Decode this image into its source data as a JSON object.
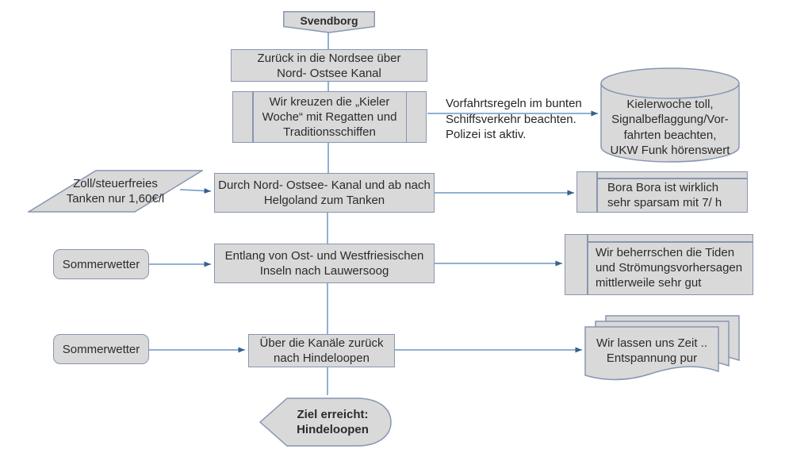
{
  "colors": {
    "shape_fill": "#d9d9d9",
    "shape_border": "#8796b2",
    "connector_line": "#6e96c4",
    "arrowhead": "#36618e",
    "text": "#2b2b2b"
  },
  "nodes": {
    "start": {
      "shape": "pennant",
      "label": "Svendborg"
    },
    "step_nordsee": {
      "shape": "rectangle",
      "label": "Zurück in die Nordsee über\nNord- Ostsee Kanal"
    },
    "step_kieler_woche": {
      "shape": "predefined-process",
      "label": "Wir kreuzen die „Kieler\nWoche“ mit Regatten und\nTraditionsschiffen"
    },
    "note_vorfahrt": {
      "shape": "text-annotation",
      "label": "Vorfahrtsregeln im bunten\nSchiffsverkehr beachten.\nPolizei ist aktiv."
    },
    "db_kielerwoche": {
      "shape": "cylinder",
      "label": "Kielerwoche toll,\nSignalbeflaggung/Vor-\nfahrten beachten,\nUKW Funk hörenswert"
    },
    "input_zoll": {
      "shape": "parallelogram",
      "label": "Zoll/steuerfreies\nTanken nur 1,60€/l"
    },
    "step_helgoland": {
      "shape": "rectangle",
      "label": "Durch Nord- Ostsee- Kanal und ab nach\nHelgoland zum Tanken"
    },
    "store_bora": {
      "shape": "internal-storage",
      "label": "Bora Bora ist wirklich\nsehr sparsam mit 7/ h"
    },
    "cond_sommerwetter_1": {
      "shape": "rounded-rectangle",
      "label": "Sommerwetter"
    },
    "step_inseln": {
      "shape": "rectangle",
      "label": "Entlang von Ost- und Westfriesischen\nInseln nach Lauwersoog"
    },
    "store_tiden": {
      "shape": "internal-storage",
      "label": "Wir beherrschen die Tiden\nund Strömungsvorhersagen\nmittlerweile sehr gut"
    },
    "cond_sommerwetter_2": {
      "shape": "rounded-rectangle",
      "label": "Sommerwetter"
    },
    "step_kanaele": {
      "shape": "rectangle",
      "label": "Über die Kanäle zurück\nnach Hindeloopen"
    },
    "doc_zeit": {
      "shape": "multi-document",
      "label": "Wir lassen uns Zeit ..\nEntspannung pur"
    },
    "end": {
      "shape": "display",
      "label": "Ziel erreicht:\nHindeloopen"
    }
  }
}
